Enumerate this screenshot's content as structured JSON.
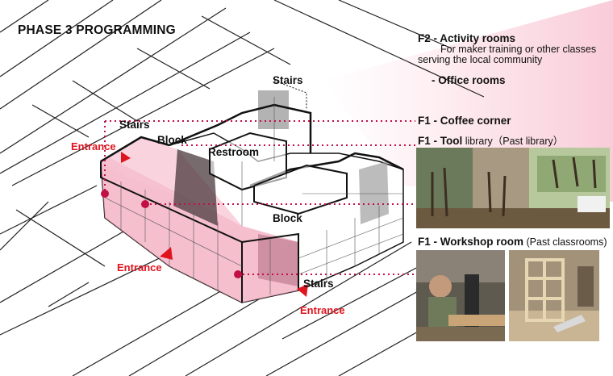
{
  "title": "PHASE 3 PROGRAMMING",
  "colors": {
    "accent_red": "#e0141e",
    "pink_fill": "#f2a9bd",
    "dot_line": "#c21045"
  },
  "diagram_labels": {
    "stairs_1": "Stairs",
    "stairs_2": "Stairs",
    "stairs_3": "Stairs",
    "block_1": "Block",
    "block_2": "Block",
    "restroom": "Restroom",
    "entrance_1": "Entrance",
    "entrance_2": "Entrance",
    "entrance_3": "Entrance"
  },
  "program": {
    "f2_activity_title": "F2 - Activity rooms",
    "f2_activity_desc_1": "For maker training or other classes",
    "f2_activity_desc_2": "serving the local community",
    "f2_office": "- Office rooms",
    "f1_coffee": "F1 - Coffee corner",
    "f1_tool_bold": "F1 - Tool",
    "f1_tool_rest": " library（Past library）",
    "f1_workshop_bold": "F1 - Workshop room",
    "f1_workshop_rest": " (Past classrooms)"
  },
  "photos": {
    "tool_library": "tool-library-photo",
    "workshop_1": "workshop-photo-drilling",
    "workshop_2": "workshop-photo-woodframe"
  }
}
